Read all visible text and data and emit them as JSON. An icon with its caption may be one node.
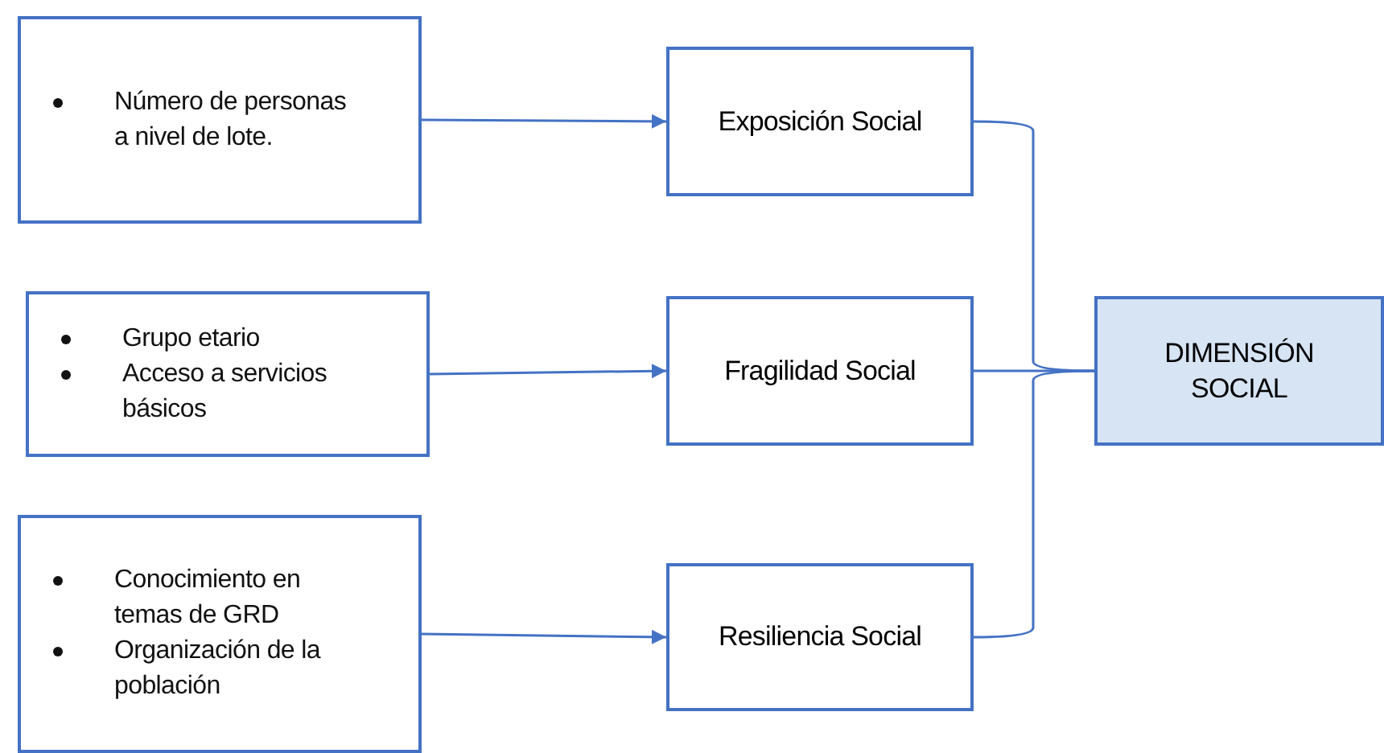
{
  "diagram": {
    "nodes": [
      {
        "text": [
          "Número de personas a nivel de lote."
        ]
      },
      {
        "text": [
          "Exposición Social"
        ]
      },
      {
        "text": [
          "Grupo etario",
          "Acceso a servicios básicos"
        ]
      },
      {
        "text": [
          "Fragilidad Social"
        ]
      },
      {
        "text": [
          "Conocimiento en temas de GRD",
          "Organización de la población"
        ]
      },
      {
        "text": [
          "Resiliencia Social"
        ]
      },
      {
        "text": [
          "DIMENSIÓN SOCIAL"
        ]
      }
    ],
    "edges": [
      {
        "from": 0,
        "to": 1,
        "arrow": "to"
      },
      {
        "from": 2,
        "to": 3,
        "arrow": "to"
      },
      {
        "from": 4,
        "to": 5,
        "arrow": "to"
      },
      {
        "from": 1,
        "to": 6,
        "arrow": "none"
      },
      {
        "from": 3,
        "to": 6,
        "arrow": "none"
      },
      {
        "from": 5,
        "to": 6,
        "arrow": "none"
      }
    ]
  }
}
